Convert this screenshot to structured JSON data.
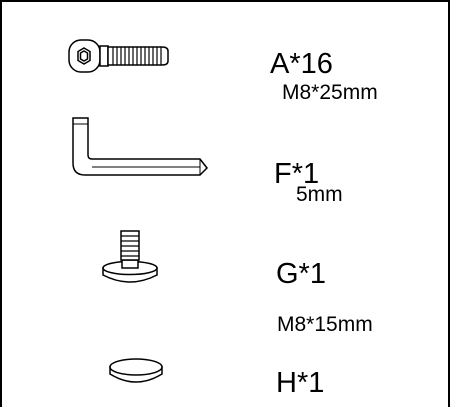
{
  "colors": {
    "ink": "#000000",
    "paper": "#ffffff"
  },
  "parts": [
    {
      "icon": "socket-screw-icon",
      "label": "A*16",
      "spec": "M8*25mm"
    },
    {
      "icon": "hex-key-icon",
      "label": "F*1",
      "spec": "5mm"
    },
    {
      "icon": "leveling-foot-icon",
      "label": "G*1",
      "spec": "M8*15mm"
    },
    {
      "icon": "felt-pad-icon",
      "label": "H*1",
      "spec": ""
    }
  ]
}
